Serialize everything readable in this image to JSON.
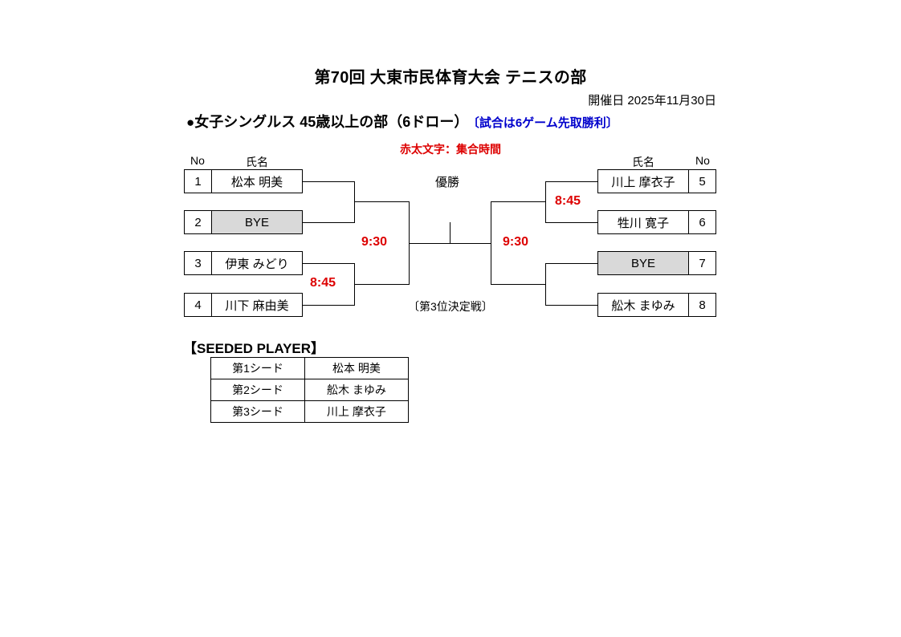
{
  "header": {
    "title": "第70回 大東市民体育大会 テニスの部",
    "date_label": "開催日  2025年11月30日",
    "bullet": "●",
    "category": "女子シングルス 45歳以上の部（6ドロー）",
    "match_rule": "〔試合は6ゲーム先取勝利〕",
    "red_note": "赤太文字：集合時間"
  },
  "bracket": {
    "col_head_no": "No",
    "col_head_name": "氏名",
    "champion_label": "優勝",
    "third_place_label": "〔第3位決定戦〕",
    "left_players": [
      {
        "no": "1",
        "name": "松本  明美",
        "bye": false
      },
      {
        "no": "2",
        "name": "BYE",
        "bye": true
      },
      {
        "no": "3",
        "name": "伊東 みどり",
        "bye": false
      },
      {
        "no": "4",
        "name": "川下 麻由美",
        "bye": false
      }
    ],
    "right_players": [
      {
        "no": "5",
        "name": "川上 摩衣子",
        "bye": false
      },
      {
        "no": "6",
        "name": "牲川  寛子",
        "bye": false
      },
      {
        "no": "7",
        "name": "BYE",
        "bye": true
      },
      {
        "no": "8",
        "name": "舩木 まゆみ",
        "bye": false
      }
    ],
    "times": {
      "left_lower_r1": "8:45",
      "left_semifinal": "9:30",
      "right_upper_r1": "8:45",
      "right_semifinal": "9:30"
    }
  },
  "seeded": {
    "heading": "【SEEDED  PLAYER】",
    "rows": [
      {
        "rank": "第1シード",
        "name": "松本  明美"
      },
      {
        "rank": "第2シード",
        "name": "舩木 まゆみ"
      },
      {
        "rank": "第3シード",
        "name": "川上 摩衣子"
      }
    ]
  },
  "colors": {
    "red": "#dd0000",
    "blue": "#0000cc",
    "bye_gray": "#d9d9d9"
  }
}
